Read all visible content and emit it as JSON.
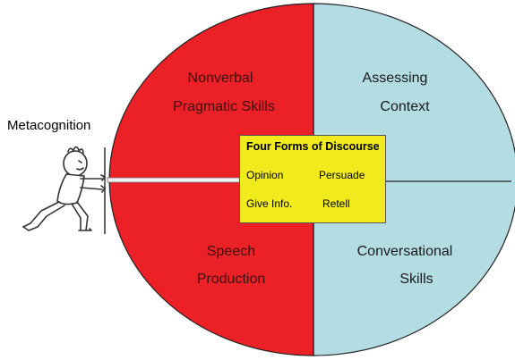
{
  "diagram": {
    "quadrants": [
      {
        "id": "top-left",
        "lines": [
          "Nonverbal",
          "Pragmatic Skills"
        ],
        "fill": "#ec2027",
        "text_color": "#3a1010"
      },
      {
        "id": "top-right",
        "lines": [
          "Assessing",
          "Context"
        ],
        "fill": "#b3dde3",
        "text_color": "#1a1a1a"
      },
      {
        "id": "bottom-left",
        "lines": [
          "Speech",
          "Production"
        ],
        "fill": "#ec2027",
        "text_color": "#3a1010"
      },
      {
        "id": "bottom-right",
        "lines": [
          "Conversational",
          "Skills"
        ],
        "fill": "#b3dde3",
        "text_color": "#1a1a1a"
      }
    ],
    "side_label": "Metacognition",
    "center_box": {
      "title": "Four Forms of Discourse",
      "forms": [
        "Opinion",
        "Persuade",
        "Give Info.",
        "Retell"
      ],
      "fill": "#f1ea1c"
    }
  }
}
